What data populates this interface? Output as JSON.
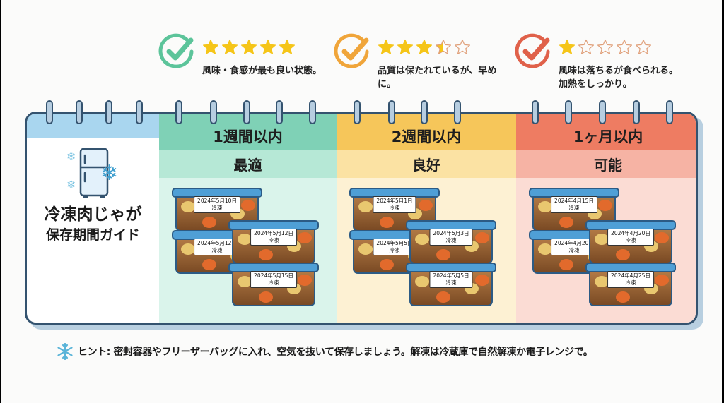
{
  "ratings": [
    {
      "id": "one-week",
      "check_color": "#5cc49a",
      "stars_filled": 5,
      "stars_half": 0,
      "stars_total": 5,
      "description": "風味・食感が最も良い状態。"
    },
    {
      "id": "two-weeks",
      "check_color": "#f0a53a",
      "stars_filled": 3,
      "stars_half": 1,
      "stars_total": 5,
      "description": "品質は保たれているが、早めに。"
    },
    {
      "id": "one-month",
      "check_color": "#e0614a",
      "stars_filled": 1,
      "stars_half": 0,
      "stars_total": 5,
      "description": "風味は落ちるが食べられる。加熱をしっかり。"
    }
  ],
  "calendar": {
    "title_line1": "冷凍肉じゃが",
    "title_line2": "保存期間ガイド",
    "columns": [
      {
        "period": "1週間以内",
        "grade": "最適",
        "header_color": "#7fd1b6",
        "containers": [
          {
            "date": "2024年5月10日",
            "status": "冷凍"
          },
          {
            "date": "2024年5月12日",
            "status": "冷凍"
          },
          {
            "date": "2024年5月12日",
            "status": "冷凍"
          },
          {
            "date": "2024年5月15日",
            "status": "冷凍"
          }
        ]
      },
      {
        "period": "2週間以内",
        "grade": "良好",
        "header_color": "#f6c65a",
        "containers": [
          {
            "date": "2024年5月1日",
            "status": "冷凍"
          },
          {
            "date": "2024年5月5日",
            "status": "冷凍"
          },
          {
            "date": "2024年5月3日",
            "status": "冷凍"
          },
          {
            "date": "2024年5月5日",
            "status": "冷凍"
          }
        ]
      },
      {
        "period": "1ヶ月以内",
        "grade": "可能",
        "header_color": "#ee7c62",
        "containers": [
          {
            "date": "2024年4月15日",
            "status": "冷凍"
          },
          {
            "date": "2024年4月20日",
            "status": "冷凍"
          },
          {
            "date": "2024年4月20日",
            "status": "冷凍"
          },
          {
            "date": "2024年4月25日",
            "status": "冷凍"
          }
        ]
      }
    ]
  },
  "hint": {
    "icon": "snowflake-icon",
    "text": "ヒント: 密封容器やフリーザーバッグに入れ、空気を抜いて保存しましょう。解凍は冷蔵庫で自然解凍か電子レンジで。"
  },
  "colors": {
    "frame": "#34536f",
    "star_gold": "#f5c518",
    "star_outline": "#e0a07a",
    "ice_blue": "#5ab4d8"
  }
}
